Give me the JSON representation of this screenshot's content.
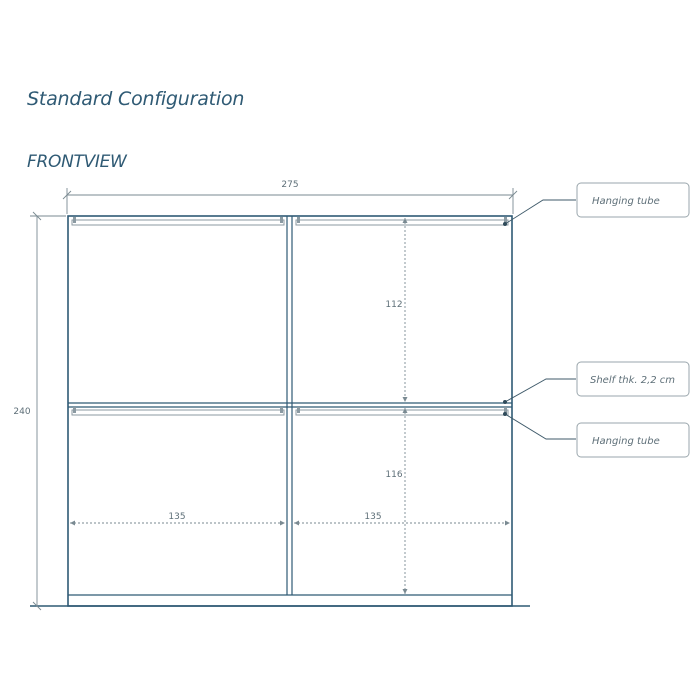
{
  "header": {
    "title": "Standard Configuration",
    "view_label": "FRONTVIEW"
  },
  "dimensions": {
    "overall_width": "275",
    "overall_height": "240",
    "upper_clear_height": "112",
    "lower_clear_height": "116",
    "left_section_width": "135",
    "right_section_width": "135"
  },
  "callouts": {
    "hanging_tube_top": "Hanging tube",
    "shelf_thickness": "Shelf thk. 2,2 cm",
    "hanging_tube_bottom": "Hanging tube"
  },
  "colors": {
    "outline": "#2f5a74",
    "dimension": "#7a8a92"
  }
}
